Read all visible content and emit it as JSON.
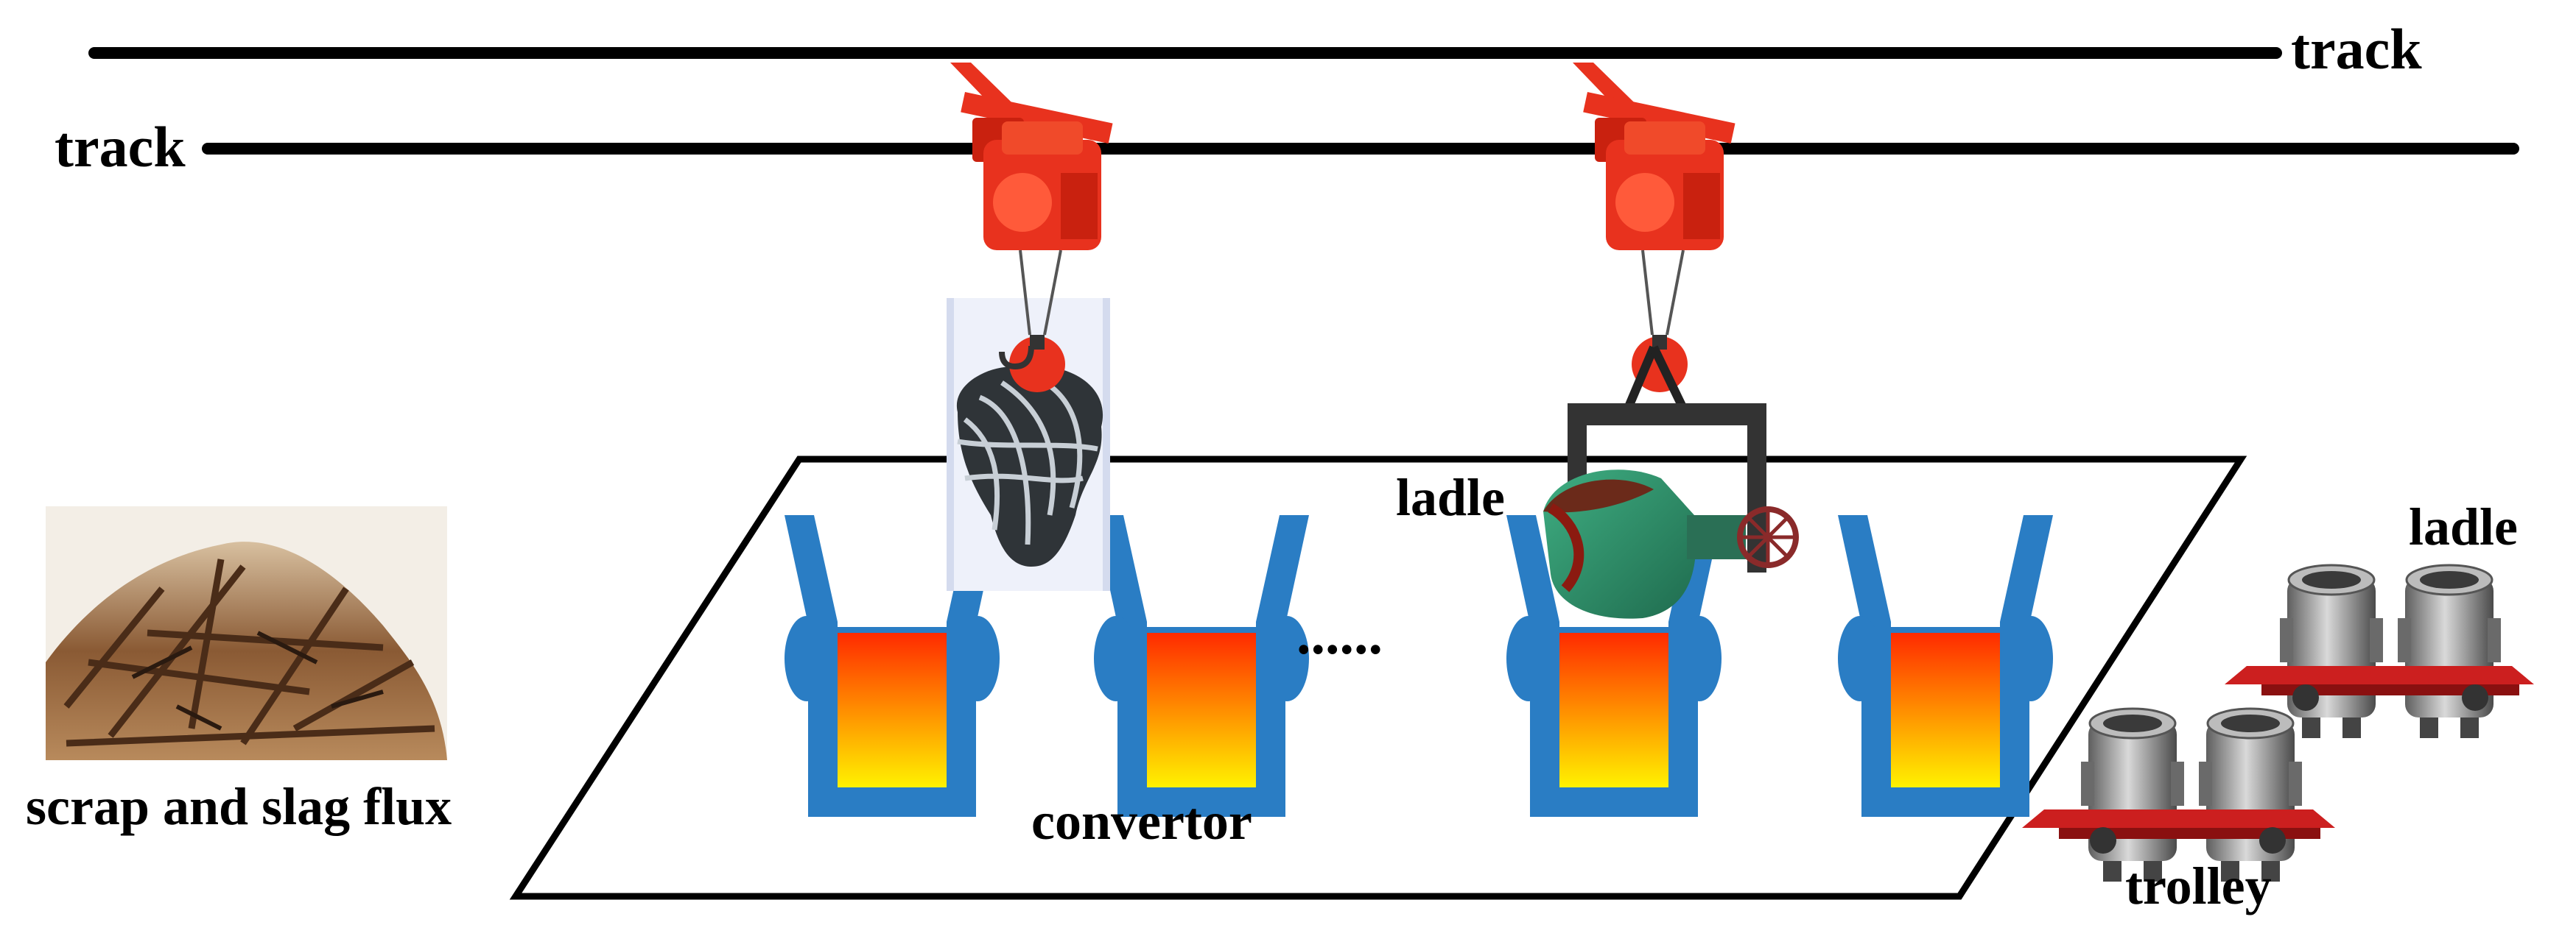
{
  "labels": {
    "track_top": "track",
    "track_left": "track",
    "ladle_crane": "ladle",
    "ladle_trolley": "ladle",
    "convertor": "convertor",
    "scrap": "scrap and slag flux",
    "trolley": "trolley",
    "ellipsis": "......"
  },
  "colors": {
    "track": "#000000",
    "crane": "#e8321e",
    "convertor_shell": "#2a7dc4",
    "molten_top": "#ff2a00",
    "molten_bottom": "#fff200",
    "ladle_body": "#2f8f6a",
    "trolley_frame": "#cc1f1f",
    "ladle_pot": "#9a9a9a",
    "scrap_brown": "#7a5030"
  },
  "icons": {
    "crane": "overhead-crane-icon",
    "scrap_bucket": "scrap-bucket-icon",
    "ladle_hanging": "ladle-hanging-icon",
    "convertor": "convertor-vessel-icon",
    "scrap_pile": "scrap-pile-icon",
    "trolley": "ladle-trolley-icon"
  }
}
